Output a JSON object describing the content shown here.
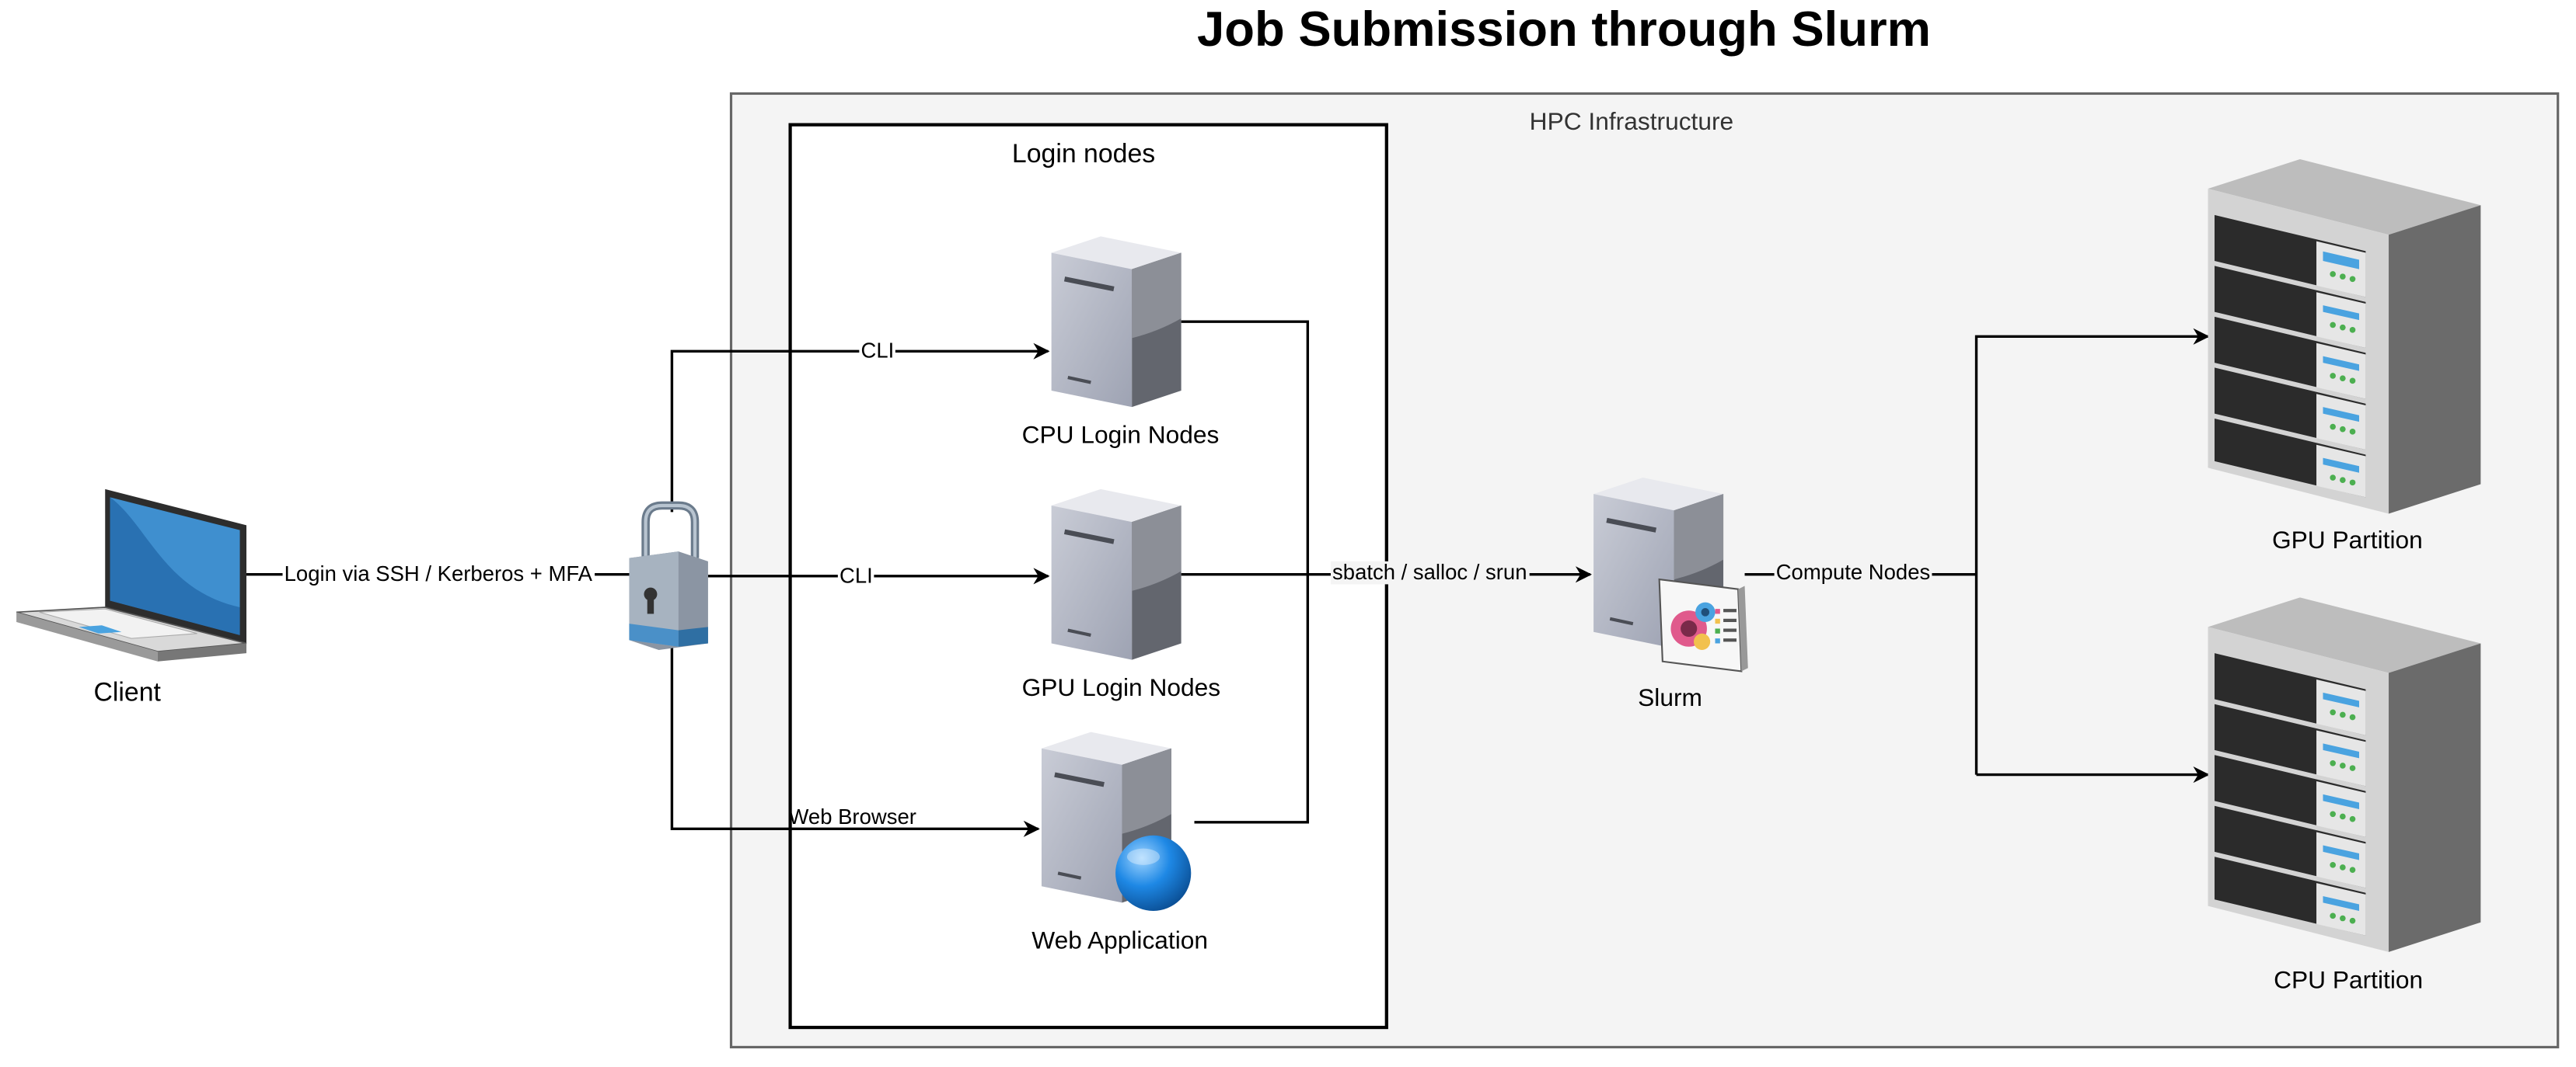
{
  "title": "Job Submission through Slurm",
  "groups": {
    "hpc": "HPC Infrastructure",
    "login": "Login nodes"
  },
  "nodes": {
    "client": "Client",
    "cpu_login": "CPU Login Nodes",
    "gpu_login": "GPU Login Nodes",
    "web_app": "Web Application",
    "slurm": "Slurm",
    "gpu_partition": "GPU Partition",
    "cpu_partition": "CPU Partition"
  },
  "edges": {
    "login": "Login via SSH / Kerberos + MFA",
    "cli_top": "CLI",
    "cli_mid": "CLI",
    "web": "Web Browser",
    "submit": "sbatch / salloc / srun",
    "compute": "Compute Nodes"
  },
  "icons": {
    "client": "laptop-icon",
    "gateway": "padlock-icon",
    "cpu_login": "server-icon",
    "gpu_login": "server-icon",
    "web_app": "web-server-icon",
    "slurm": "scheduler-server-icon",
    "gpu_partition": "rack-server-icon",
    "cpu_partition": "rack-server-icon"
  },
  "colors": {
    "hpc_fill": "#f4f4f4",
    "hpc_border": "#666666",
    "globe": "#1e88e5",
    "laptop_screen": "#3f8fcf"
  }
}
